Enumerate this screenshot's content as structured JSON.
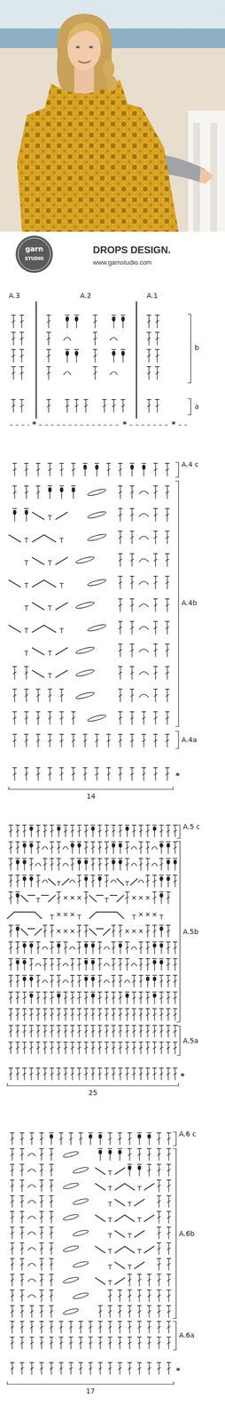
{
  "diagram": {
    "labels": [
      "garn",
      "STUDIO",
      "DROPS DESIGN.",
      "www.garnstudio.com",
      "A.3",
      "A.2",
      "A.1",
      "b",
      "a",
      "*",
      "*",
      "*",
      "A.4 c",
      "A.4b",
      "A.4a",
      "*",
      "14",
      "A.5 c",
      "A.5b",
      "A.5a",
      "*",
      "25",
      "A.6 c",
      "A.6b",
      "A.6a",
      "*",
      "17"
    ]
  }
}
